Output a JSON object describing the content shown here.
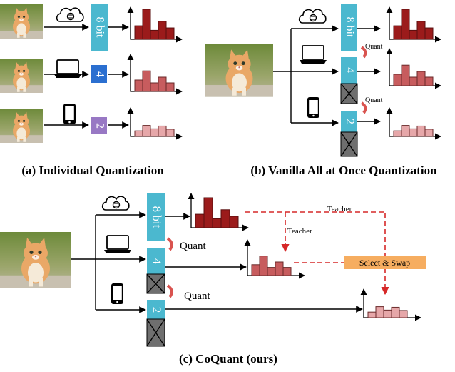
{
  "panels": {
    "a": {
      "caption": "(a) Individual Quantization",
      "rows": [
        {
          "device": "cloud-icon",
          "label": "8 bit",
          "box_color": "#4bb8cf",
          "bars": [
            0.45,
            1.0,
            0.3,
            0.6,
            0.38
          ]
        },
        {
          "device": "laptop-icon",
          "label": "4",
          "box_color": "#2b6fd0",
          "bars": [
            0.4,
            0.72,
            0.3,
            0.5,
            0.3
          ]
        },
        {
          "device": "phone-icon",
          "label": "2",
          "box_color": "#9878c4",
          "bars": [
            0.28,
            0.55,
            0.38,
            0.52,
            0.36
          ]
        }
      ]
    },
    "b": {
      "caption": "(b) Vanilla All at Once Quantization",
      "labels": [
        "8 bit",
        "4",
        "2"
      ],
      "quant_labels": [
        "Quant",
        "Quant"
      ],
      "box_color": "#4bb8cf"
    },
    "c": {
      "caption": "(c) CoQuant (ours)",
      "labels": [
        "8 bit",
        "4",
        "2"
      ],
      "quant_labels": [
        "Quant",
        "Quant"
      ],
      "teacher_labels": [
        "Teacher",
        "Teacher"
      ],
      "select_swap": "Select & Swap",
      "select_color": "#f6ad60",
      "box_color": "#4bb8cf"
    }
  },
  "colors": {
    "bar_dark": "#9b1b1b",
    "bar_mid": "#c75c5e",
    "bar_light": "#e6a7a9",
    "dashed_red": "#d62828",
    "cross_fill": "#6f6f6f",
    "quant_arrow": "#d9534f"
  }
}
